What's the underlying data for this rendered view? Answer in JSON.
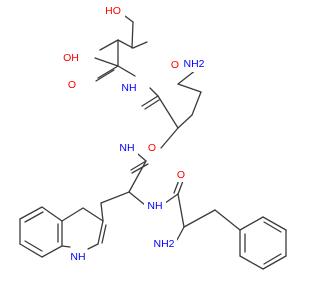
{
  "colors": {
    "bond": "#3a3a3a",
    "oxygen": "#ff0000",
    "nitrogen": "#0000ff",
    "background": "#ffffff"
  },
  "labels": {
    "ho": "HO",
    "oh": "OH",
    "o_acid": "O",
    "nh_thr": "NH",
    "o_lys": "O",
    "nh2_side": "NH2",
    "nh_lys": "NH",
    "o_trp": "O",
    "nh_trp": "NH",
    "o_phe": "O",
    "nh2_phe": "NH2",
    "indole_nh": "NH"
  }
}
